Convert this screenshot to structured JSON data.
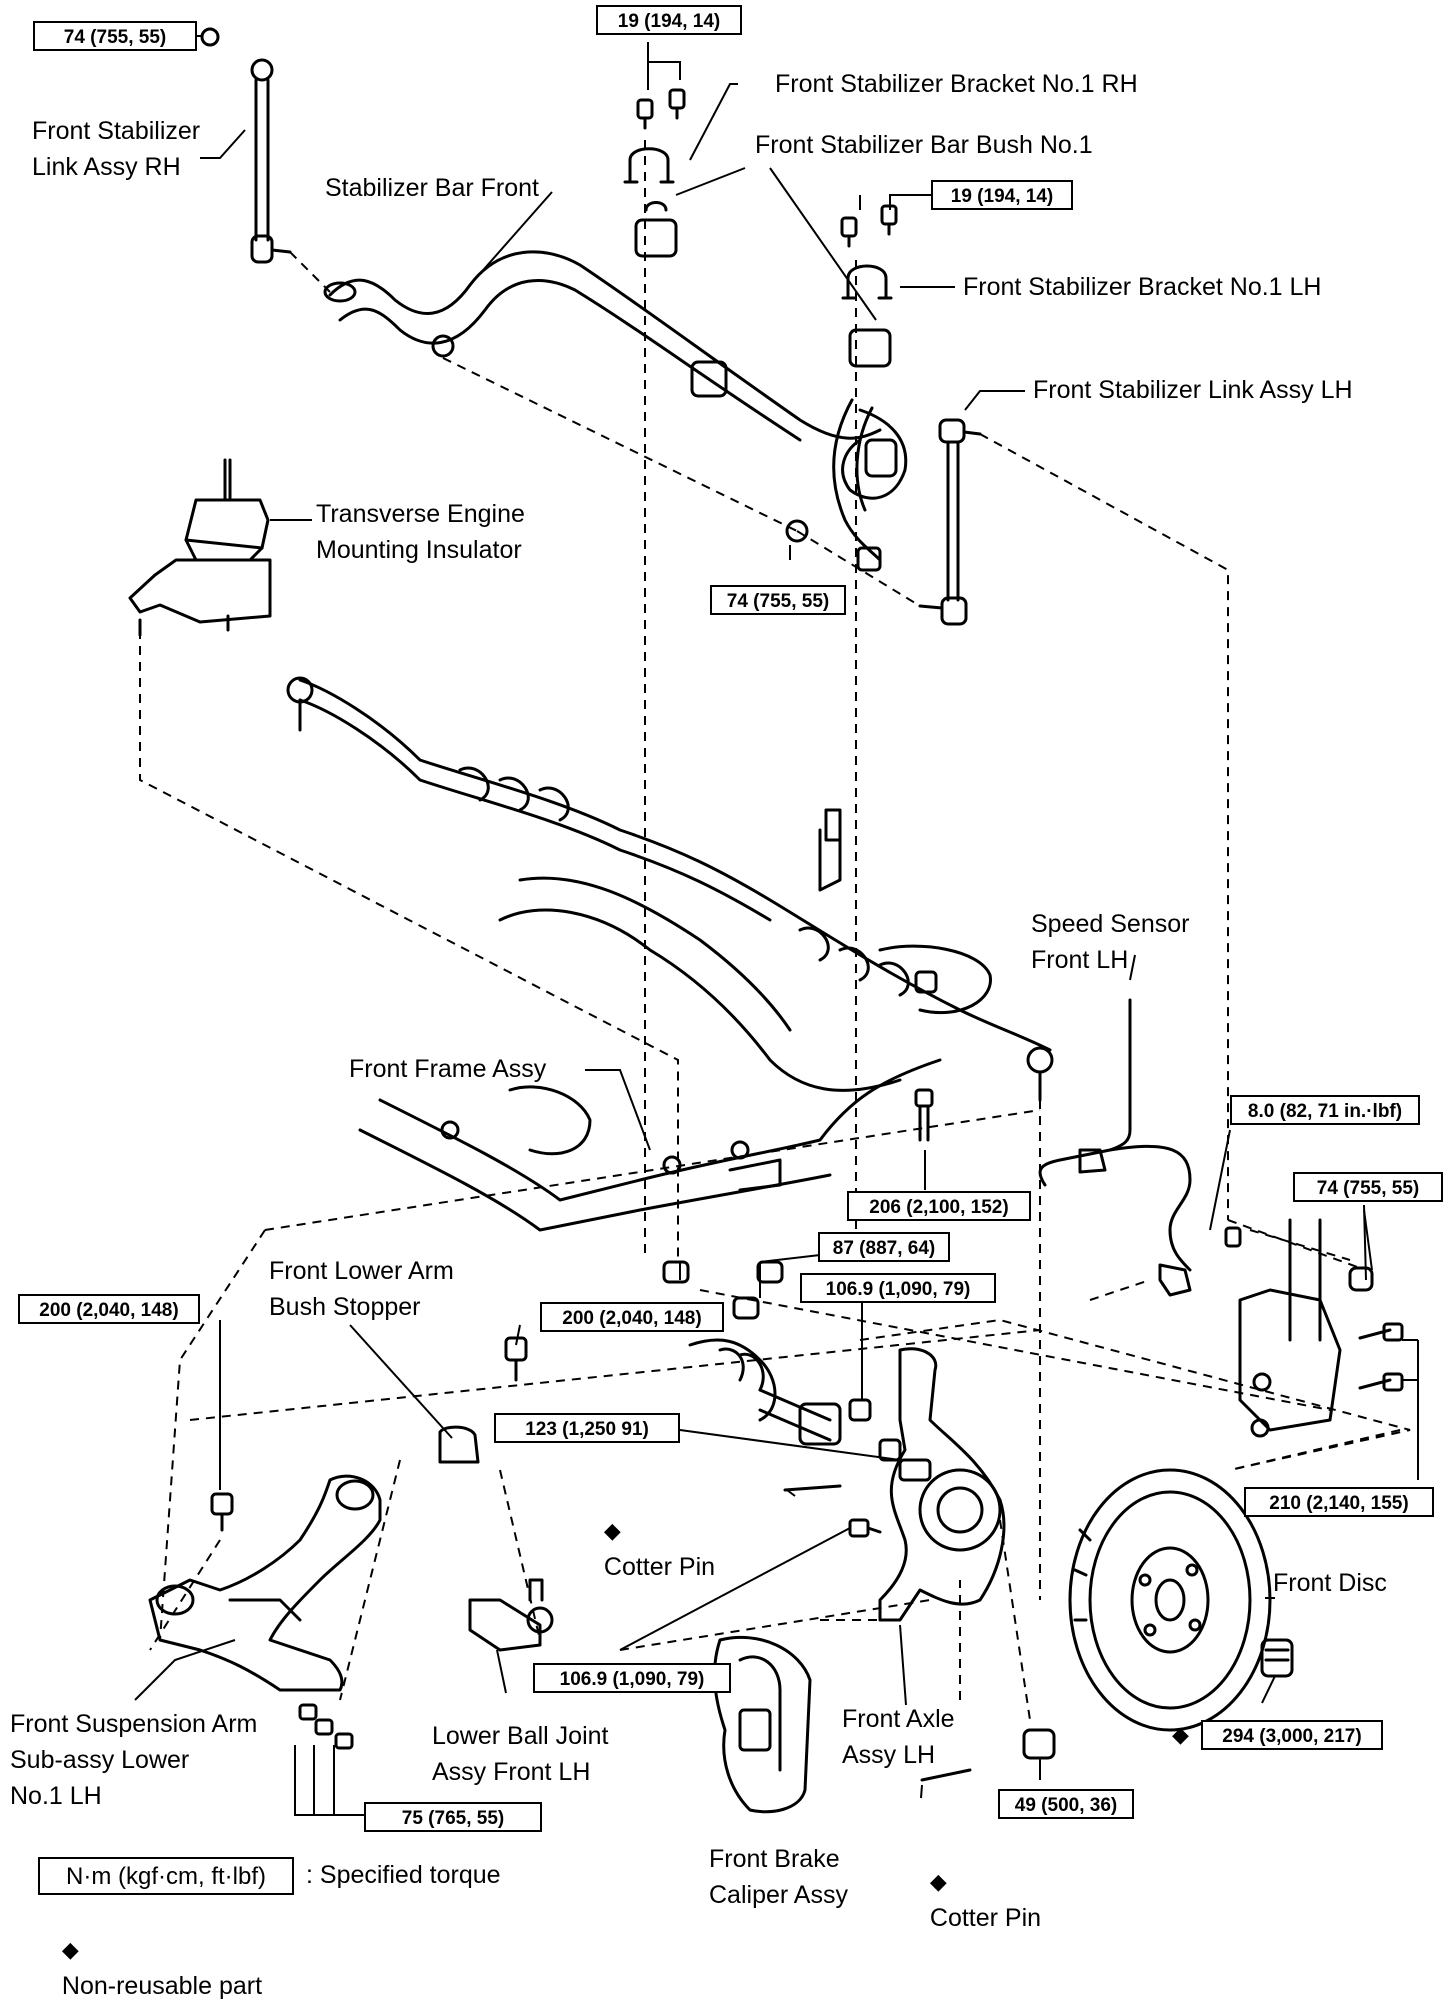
{
  "labels": {
    "stab_link_rh": "Front Stabilizer\nLink Assy RH",
    "stab_bracket_rh": "Front Stabilizer Bracket No.1 RH",
    "stab_bush": "Front Stabilizer Bar Bush No.1",
    "stab_bar_front": "Stabilizer Bar Front",
    "stab_bracket_lh": "Front Stabilizer Bracket No.1 LH",
    "stab_link_lh": "Front Stabilizer Link Assy LH",
    "engine_mount": "Transverse Engine\nMounting Insulator",
    "speed_sensor": "Speed Sensor\nFront LH",
    "front_frame": "Front Frame Assy",
    "lower_arm_bush": "Front Lower Arm\nBush Stopper",
    "cotter_pin_1": "Cotter Pin",
    "front_disc": "Front Disc",
    "suspension_arm": "Front Suspension Arm\nSub-assy Lower\nNo.1 LH",
    "ball_joint": "Lower Ball Joint\nAssy Front LH",
    "axle_assy": "Front Axle\nAssy LH",
    "cotter_pin_2": "Cotter Pin",
    "brake_caliper": "Front Brake\nCaliper Assy"
  },
  "torques": {
    "t_link_rh": "74 (755, 55)",
    "t_bracket_rh": "19 (194, 14)",
    "t_bracket_lh": "19 (194, 14)",
    "t_link_lh_nut": "74 (755, 55)",
    "t_206": "206 (2,100, 152)",
    "t_8": "8.0 (82, 71 in.·lbf)",
    "t_74_strut": "74 (755, 55)",
    "t_87": "87 (887, 64)",
    "t_1069_upper": "106.9 (1,090, 79)",
    "t_200_left": "200 (2,040, 148)",
    "t_200_mid": "200 (2,040, 148)",
    "t_123": "123 (1,250 91)",
    "t_210": "210 (2,140, 155)",
    "t_1069_lower": "106.9 (1,090, 79)",
    "t_294": "294 (3,000, 217)",
    "t_75": "75 (765, 55)",
    "t_49": "49 (500, 36)"
  },
  "legend": {
    "unit_box": "N·m (kgf·cm, ft·lbf)",
    "unit_desc": ": Specified torque",
    "nonreusable": "Non-reusable part"
  },
  "icons": {
    "non_reusable_symbol": "◆"
  }
}
